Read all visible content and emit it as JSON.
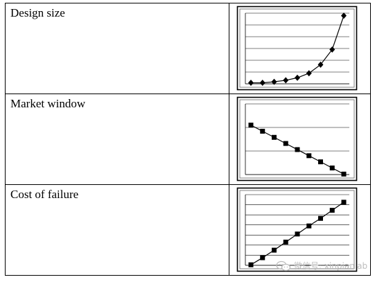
{
  "rows": [
    {
      "label": "Design size"
    },
    {
      "label": "Market window"
    },
    {
      "label": "Cost of failure"
    }
  ],
  "watermark": {
    "text": "微信号: xinpianlab"
  },
  "colors": {
    "plot_border": "#000000",
    "grid": "#000000",
    "inner_border": "#808080",
    "marker": "#000000"
  },
  "chart_data": [
    {
      "type": "line",
      "x": [
        1,
        2,
        3,
        4,
        5,
        6,
        7,
        8,
        9
      ],
      "values": [
        0.2,
        0.2,
        0.4,
        0.7,
        1.2,
        2.1,
        3.8,
        6.8,
        13.5
      ],
      "ylim": [
        0,
        14
      ],
      "marker": "diamond",
      "grid": true,
      "gridlines": 6
    },
    {
      "type": "line",
      "x": [
        1,
        2,
        3,
        4,
        5,
        6,
        7,
        8,
        9
      ],
      "values": [
        10.5,
        9.2,
        7.9,
        6.6,
        5.3,
        4.0,
        2.7,
        1.4,
        0.1
      ],
      "ylim": [
        0,
        15
      ],
      "marker": "square",
      "grid": true,
      "gridlines": 3
    },
    {
      "type": "line",
      "x": [
        1,
        2,
        3,
        4,
        5,
        6,
        7,
        8,
        9
      ],
      "values": [
        0.1,
        1.5,
        3.0,
        4.6,
        6.2,
        7.8,
        9.3,
        10.9,
        12.5
      ],
      "ylim": [
        0,
        14
      ],
      "marker": "square",
      "grid": true,
      "gridlines": 7
    }
  ]
}
